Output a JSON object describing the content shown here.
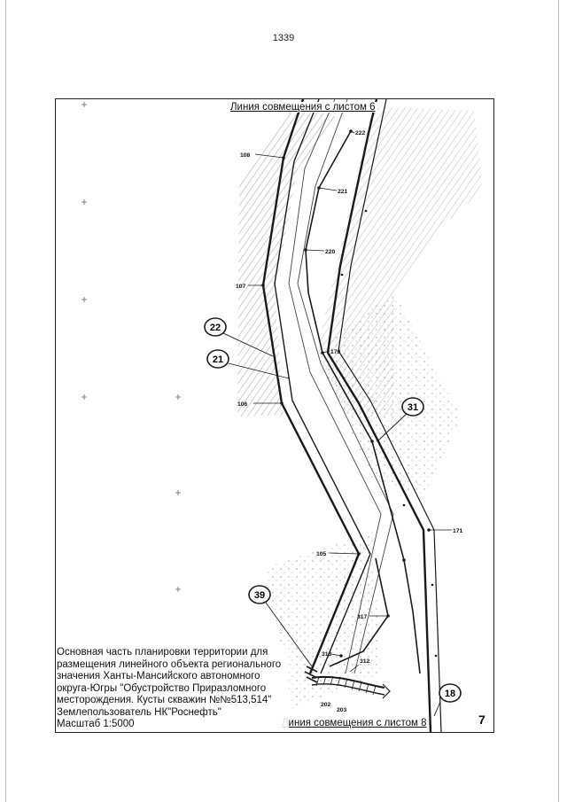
{
  "page_number": "1339",
  "sheet_number": "7",
  "joint_line_top": "Линия совмещения с листом 6",
  "joint_line_bottom": "Линия совмещения с листом 8",
  "title_block": {
    "line1": "Основная часть планировки территории для",
    "line2": "размещения линейного объекта регионального",
    "line3": "значения Ханты-Мансийского автономного",
    "line4": "округа-Югры \"Обустройство Приразломного",
    "line5": "месторождения. Кусты скважин №№513,514\"",
    "line6": "Землепользователь НК\"Роснефть\"",
    "scale": "Масштаб 1:5000"
  },
  "callouts": {
    "c22": "22",
    "c21": "21",
    "c31": "31",
    "c39": "39",
    "c18": "18"
  },
  "points": {
    "p222": "222",
    "p108": "108",
    "p221": "221",
    "p220": "220",
    "p107": "107",
    "p170": "170",
    "p106": "106",
    "p171": "171",
    "p105": "105",
    "p317": "317",
    "p313": "313",
    "p312": "312",
    "p202": "202",
    "p203": "203"
  },
  "colors": {
    "line": "#1a1a1a",
    "hatch": "#8a8a8a"
  }
}
